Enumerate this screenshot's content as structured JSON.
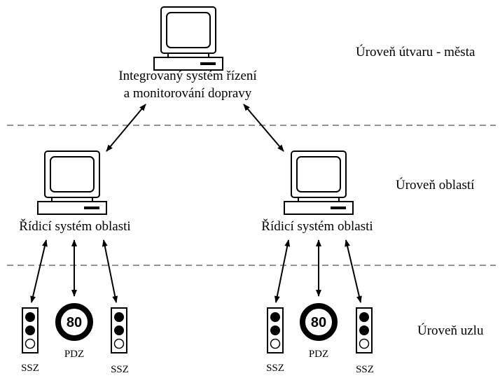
{
  "levels": {
    "city": "Úroveň útvaru - města",
    "area": "Úroveň oblastí",
    "node": "Úroveň uzlu"
  },
  "central": {
    "line1": "Integrovaný systém řízení",
    "line2": "a monitorování dopravy"
  },
  "regions": {
    "left": {
      "label": "Řídicí systém oblasti"
    },
    "right": {
      "label": "Řídicí systém oblasti"
    }
  },
  "devices": {
    "ssz_label": "SSZ",
    "pdz_label": "PDZ",
    "pdz_speed": "80"
  },
  "colors": {
    "line": "#000000",
    "dash": "#666666"
  }
}
